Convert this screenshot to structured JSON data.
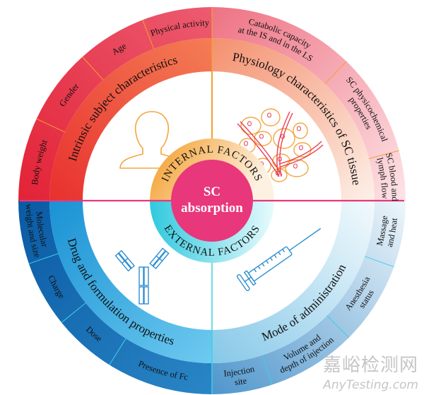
{
  "center": {
    "line1": "SC",
    "line2": "absorption"
  },
  "ring": {
    "internal": "INTERNAL FACTORS",
    "external": "EXTERNAL FACTORS"
  },
  "quadrants": {
    "intrinsic": {
      "title": "Intrinsic subject characteristics",
      "items": [
        [
          "Body weight"
        ],
        [
          "Gender"
        ],
        [
          "Age"
        ],
        [
          "Physical activity"
        ]
      ]
    },
    "physiology": {
      "title": "Physiology characteristics of SC tissue",
      "items": [
        [
          "Catabolic capacity",
          "at the IS and in the LS"
        ],
        [
          "SC physicochemical",
          "properties"
        ],
        [
          "SC blood and",
          "lymph flow"
        ]
      ]
    },
    "administration": {
      "title": "Mode of administration",
      "items": [
        [
          "Massage",
          "and heat"
        ],
        [
          "Anesthesia",
          "status"
        ],
        [
          "Volume and",
          "depth of injection"
        ],
        [
          "Injection",
          "site"
        ]
      ]
    },
    "drug": {
      "title": "Drug and formulation properties",
      "items": [
        [
          "Presence of Fc"
        ],
        [
          "Dose"
        ],
        [
          "Charge"
        ],
        [
          "Molecular",
          "weight and size"
        ]
      ]
    }
  },
  "watermark": {
    "cn": "嘉峪检测网",
    "en": "AnyTesting.com"
  },
  "colors": {
    "pink_center": "#e8377a",
    "orange": "#f5a030",
    "cyan": "#3fcfe2",
    "red": "#e52a3c",
    "blue_dark": "#0b5fa8",
    "icon_orange": "#f5a540",
    "icon_red": "#e8404f",
    "icon_blue": "#2f8fd0"
  }
}
